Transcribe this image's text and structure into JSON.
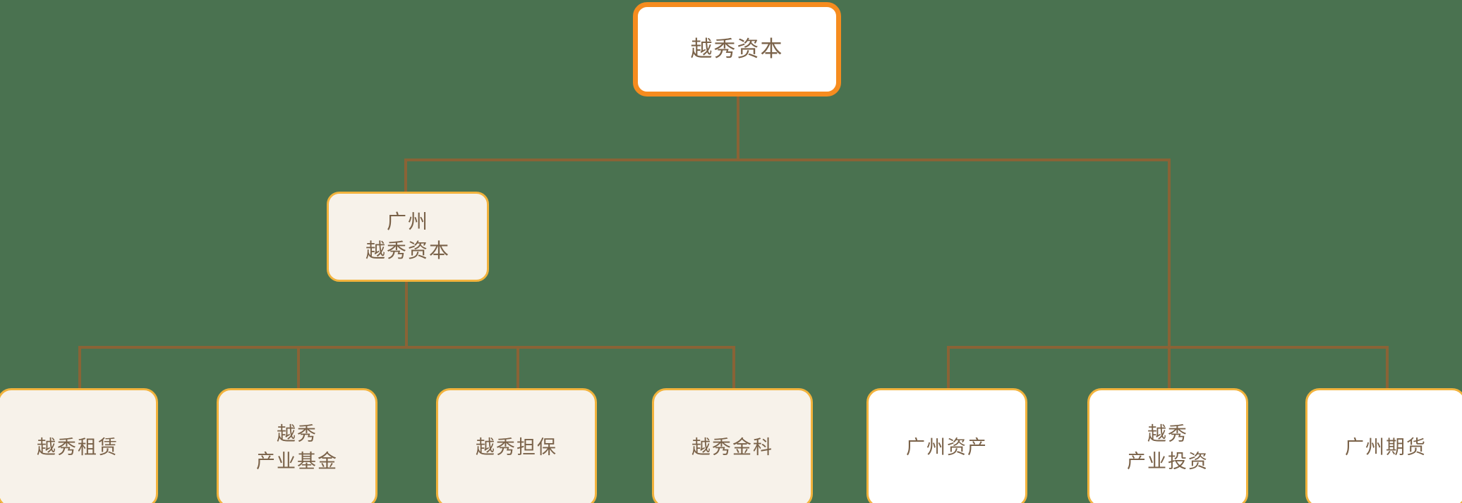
{
  "diagram": {
    "type": "organization-chart",
    "title": "",
    "background_color": "#4a7250",
    "connector_color": "#8a6336",
    "text_color": "#7a6249",
    "accent_colors": {
      "root_border": "#f68c1f",
      "node_border": "#f2b33d",
      "cream_fill": "#f7f2ea",
      "white_fill": "#ffffff"
    }
  },
  "nodes": {
    "root": {
      "label": "越秀资本",
      "style": "white-fill orange-border",
      "level": 1
    },
    "level2": {
      "label": "广州\n越秀资本",
      "style": "cream-fill gold-border",
      "level": 2
    },
    "leaves": [
      {
        "label": "越秀租赁",
        "style": "cream-fill gold-border",
        "parent": "广州越秀资本",
        "level": 3
      },
      {
        "label": "越秀\n产业基金",
        "style": "cream-fill gold-border",
        "parent": "广州越秀资本",
        "level": 3
      },
      {
        "label": "越秀担保",
        "style": "cream-fill gold-border",
        "parent": "广州越秀资本",
        "level": 3
      },
      {
        "label": "越秀金科",
        "style": "cream-fill gold-border",
        "parent": "广州越秀资本",
        "level": 3
      },
      {
        "label": "广州资产",
        "style": "white-fill gold-border",
        "parent": "越秀资本",
        "level": 2
      },
      {
        "label": "越秀\n产业投资",
        "style": "white-fill gold-border",
        "parent": "越秀资本",
        "level": 2
      },
      {
        "label": "广州期货",
        "style": "white-fill gold-border",
        "parent": "越秀资本",
        "level": 2
      }
    ]
  }
}
